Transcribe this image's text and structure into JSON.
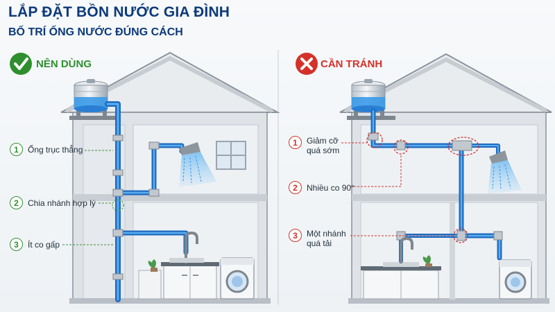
{
  "header": {
    "title": "LẮP ĐẶT BỒN NƯỚC GIA ĐÌNH",
    "subtitle": "BỐ TRÍ ỐNG NƯỚC ĐÚNG CÁCH"
  },
  "good_panel": {
    "heading": "NÊN DÙNG",
    "icon": "check-circle-icon",
    "accent": "#2f8f2f",
    "callouts": [
      {
        "number": "1",
        "text": "Ống trục thẳng"
      },
      {
        "number": "2",
        "text": "Chia nhánh hợp lý"
      },
      {
        "number": "3",
        "text": "Ít co gấp"
      }
    ]
  },
  "bad_panel": {
    "heading": "CẦN TRÁNH",
    "icon": "x-circle-icon",
    "accent": "#d4312a",
    "callouts": [
      {
        "number": "1",
        "line1": "Giảm cỡ",
        "line2": "quá sớm"
      },
      {
        "number": "2",
        "text": "Nhiều co 90°"
      },
      {
        "number": "3",
        "line1": "Một nhánh",
        "line2": "quá tải"
      }
    ]
  },
  "colors": {
    "title": "#0d3a7a",
    "pipe": "#2a7fd4",
    "water": "#3a9ae8",
    "wall": "#dfe3e8"
  }
}
